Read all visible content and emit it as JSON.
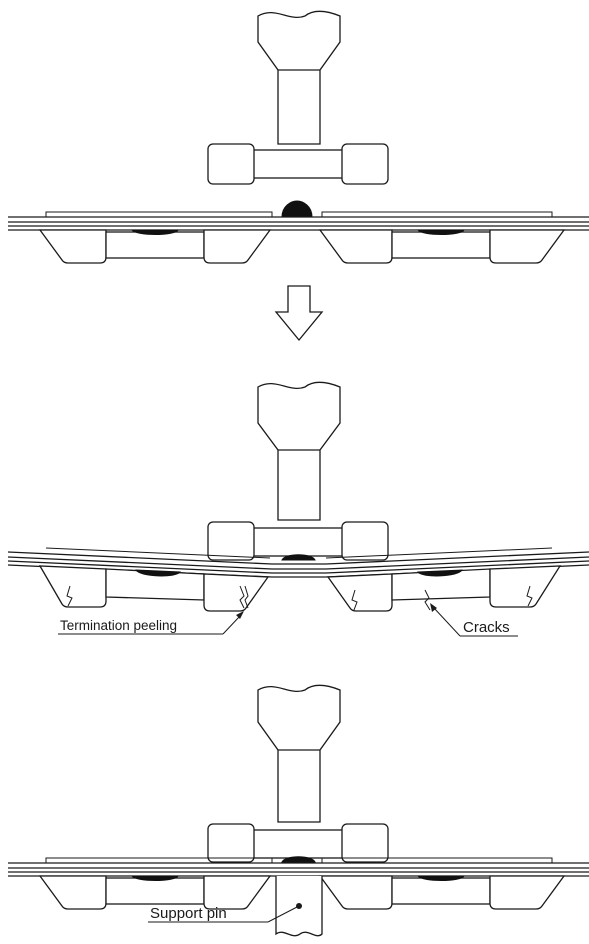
{
  "labels": {
    "termination_peeling": "Termination peeling",
    "cracks": "Cracks",
    "support_pin": "Support pin"
  },
  "colors": {
    "line": "#1a1a1a",
    "solder": "#111111",
    "background": "#ffffff"
  },
  "icons": {
    "transition_arrow": "down-arrow-outline"
  }
}
